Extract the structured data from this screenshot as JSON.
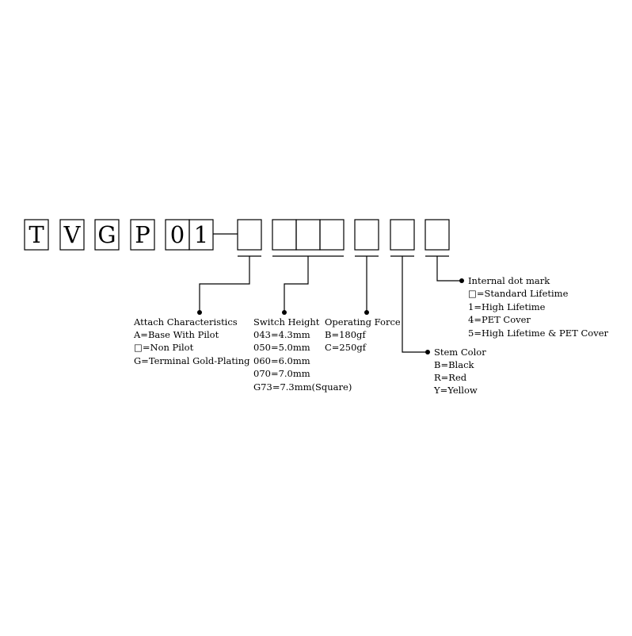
{
  "code_letters": [
    "T",
    "V",
    "G",
    "P",
    "0",
    "1"
  ],
  "groups": {
    "attach": {
      "title": "Attach Characteristics",
      "options": [
        "A=Base With Pilot",
        "□=Non Pilot",
        "G=Terminal Gold-Plating"
      ]
    },
    "height": {
      "title": "Switch Height",
      "options": [
        "043=4.3mm",
        "050=5.0mm",
        "060=6.0mm",
        "070=7.0mm",
        "G73=7.3mm(Square)"
      ]
    },
    "force": {
      "title": "Operating Force",
      "options": [
        "B=180gf",
        "C=250gf"
      ]
    },
    "stem": {
      "title": "Stem Color",
      "options": [
        "B=Black",
        "R=Red",
        "Y=Yellow"
      ]
    },
    "dot": {
      "title": "Internal dot mark",
      "options": [
        "□=Standard Lifetime",
        "1=High Lifetime",
        "4=PET Cover",
        "5=High Lifetime & PET Cover"
      ]
    }
  },
  "colors": {
    "ink": "#000000",
    "background": "#ffffff"
  }
}
